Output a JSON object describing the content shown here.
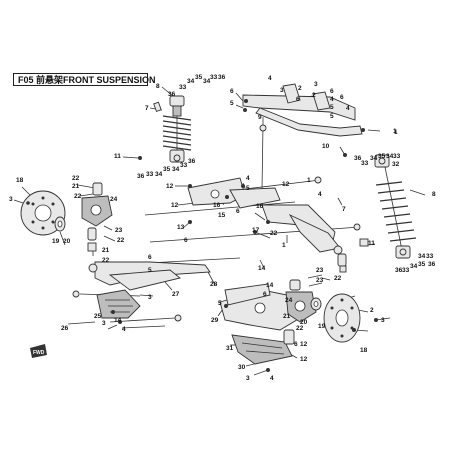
{
  "title": "F05 前悬架FRONT SUSPENSION",
  "forward_mark": "FWD",
  "callouts": [
    {
      "id": "c1",
      "text": "8"
    },
    {
      "id": "c2",
      "text": "36"
    },
    {
      "id": "c3",
      "text": "33"
    },
    {
      "id": "c4",
      "text": "34"
    },
    {
      "id": "c5",
      "text": "35"
    },
    {
      "id": "c6",
      "text": "34"
    },
    {
      "id": "c7",
      "text": "33"
    },
    {
      "id": "c8",
      "text": "36"
    },
    {
      "id": "c9",
      "text": "7"
    },
    {
      "id": "c10",
      "text": "11"
    },
    {
      "id": "c11",
      "text": "36"
    },
    {
      "id": "c12",
      "text": "33"
    },
    {
      "id": "c13",
      "text": "34"
    },
    {
      "id": "c14",
      "text": "35"
    },
    {
      "id": "c15",
      "text": "34"
    },
    {
      "id": "c16",
      "text": "33"
    },
    {
      "id": "c17",
      "text": "36"
    },
    {
      "id": "c18",
      "text": "6"
    },
    {
      "id": "c19",
      "text": "5"
    },
    {
      "id": "c20",
      "text": "4"
    },
    {
      "id": "c21",
      "text": "3"
    },
    {
      "id": "c22",
      "text": "2"
    },
    {
      "id": "c23",
      "text": "6"
    },
    {
      "id": "c24",
      "text": "3"
    },
    {
      "id": "c25",
      "text": "6"
    },
    {
      "id": "c26",
      "text": "4"
    },
    {
      "id": "c27",
      "text": "5"
    },
    {
      "id": "c28",
      "text": "2"
    },
    {
      "id": "c29",
      "text": "6"
    },
    {
      "id": "c30",
      "text": "4"
    },
    {
      "id": "c31",
      "text": "5"
    },
    {
      "id": "c32",
      "text": "1"
    },
    {
      "id": "c33",
      "text": "10"
    },
    {
      "id": "c34",
      "text": "9"
    },
    {
      "id": "c35",
      "text": "36"
    },
    {
      "id": "c36",
      "text": "33"
    },
    {
      "id": "c37",
      "text": "34"
    },
    {
      "id": "c38",
      "text": "35"
    },
    {
      "id": "c39",
      "text": "34"
    },
    {
      "id": "c40",
      "text": "33"
    },
    {
      "id": "c41",
      "text": "32"
    },
    {
      "id": "c42",
      "text": "8"
    },
    {
      "id": "c43",
      "text": "7"
    },
    {
      "id": "c44",
      "text": "11"
    },
    {
      "id": "c45",
      "text": "36"
    },
    {
      "id": "c46",
      "text": "33"
    },
    {
      "id": "c47",
      "text": "34"
    },
    {
      "id": "c48",
      "text": "35"
    },
    {
      "id": "c49",
      "text": "34"
    },
    {
      "id": "c50",
      "text": "33"
    },
    {
      "id": "c51",
      "text": "36"
    },
    {
      "id": "c52",
      "text": "18"
    },
    {
      "id": "c53",
      "text": "3"
    },
    {
      "id": "c54",
      "text": "22"
    },
    {
      "id": "c55",
      "text": "21"
    },
    {
      "id": "c56",
      "text": "24"
    },
    {
      "id": "c57",
      "text": "22"
    },
    {
      "id": "c58",
      "text": "23"
    },
    {
      "id": "c59",
      "text": "22"
    },
    {
      "id": "c60",
      "text": "19"
    },
    {
      "id": "c61",
      "text": "20"
    },
    {
      "id": "c62",
      "text": "12"
    },
    {
      "id": "c63",
      "text": "12"
    },
    {
      "id": "c64",
      "text": "16"
    },
    {
      "id": "c65",
      "text": "15"
    },
    {
      "id": "c66",
      "text": "6"
    },
    {
      "id": "c67",
      "text": "4"
    },
    {
      "id": "c68",
      "text": "5"
    },
    {
      "id": "c69",
      "text": "16"
    },
    {
      "id": "c70",
      "text": "12"
    },
    {
      "id": "c71",
      "text": "17"
    },
    {
      "id": "c72",
      "text": "13"
    },
    {
      "id": "c73",
      "text": "6"
    },
    {
      "id": "c74",
      "text": "22"
    },
    {
      "id": "c75",
      "text": "1"
    },
    {
      "id": "c76",
      "text": "1"
    },
    {
      "id": "c77",
      "text": "4"
    },
    {
      "id": "c78",
      "text": "21"
    },
    {
      "id": "c79",
      "text": "22"
    },
    {
      "id": "c80",
      "text": "6"
    },
    {
      "id": "c81",
      "text": "5"
    },
    {
      "id": "c82",
      "text": "14"
    },
    {
      "id": "c83",
      "text": "27"
    },
    {
      "id": "c84",
      "text": "28"
    },
    {
      "id": "c85",
      "text": "14"
    },
    {
      "id": "c86",
      "text": "3"
    },
    {
      "id": "c87",
      "text": "25"
    },
    {
      "id": "c88",
      "text": "14"
    },
    {
      "id": "c89",
      "text": "3"
    },
    {
      "id": "c90",
      "text": "4"
    },
    {
      "id": "c91",
      "text": "26"
    },
    {
      "id": "c92",
      "text": "29"
    },
    {
      "id": "c93",
      "text": "5"
    },
    {
      "id": "c94",
      "text": "6"
    },
    {
      "id": "c95",
      "text": "23"
    },
    {
      "id": "c96",
      "text": "23"
    },
    {
      "id": "c97",
      "text": "22"
    },
    {
      "id": "c98",
      "text": "24"
    },
    {
      "id": "c99",
      "text": "21"
    },
    {
      "id": "c100",
      "text": "22"
    },
    {
      "id": "c101",
      "text": "20"
    },
    {
      "id": "c102",
      "text": "19"
    },
    {
      "id": "c103",
      "text": "2"
    },
    {
      "id": "c104",
      "text": "3"
    },
    {
      "id": "c105",
      "text": "18"
    },
    {
      "id": "c106",
      "text": "31"
    },
    {
      "id": "c107",
      "text": "12"
    },
    {
      "id": "c108",
      "text": "30"
    },
    {
      "id": "c109",
      "text": "3"
    },
    {
      "id": "c110",
      "text": "4"
    },
    {
      "id": "c111",
      "text": "6"
    },
    {
      "id": "c112",
      "text": "12"
    },
    {
      "id": "c113",
      "text": "1"
    }
  ]
}
